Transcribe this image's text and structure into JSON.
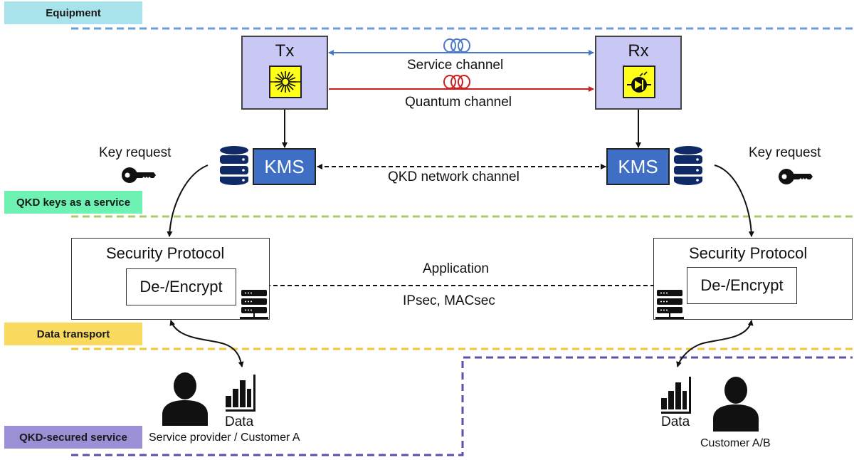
{
  "layers": [
    {
      "id": "equipment",
      "label": "Equipment",
      "color": "#a8e3ec",
      "line_color": "#6a9fd0"
    },
    {
      "id": "keys",
      "label": "QKD keys as a service",
      "color": "#6ef2b4",
      "line_color": "#a8cc6a"
    },
    {
      "id": "transport",
      "label": "Data transport",
      "color": "#f9d95e",
      "line_color": "#f0c830"
    },
    {
      "id": "service",
      "label": "QKD-secured service",
      "color": "#9b8fd6",
      "line_color": "#5d4fa8"
    }
  ],
  "equipment": {
    "tx": {
      "title": "Tx",
      "icon": "laser-icon"
    },
    "rx": {
      "title": "Rx",
      "icon": "photodiode-icon"
    },
    "service_channel": {
      "label": "Service channel",
      "color": "#4a78cc"
    },
    "quantum_channel": {
      "label": "Quantum channel",
      "color": "#cc1f1f"
    }
  },
  "kms": {
    "left_label": "KMS",
    "right_label": "KMS",
    "network_channel_label": "QKD network channel",
    "color": "#3f6fc4"
  },
  "key_request": {
    "left_label": "Key request",
    "right_label": "Key request"
  },
  "security": {
    "left": {
      "title": "Security Protocol",
      "inner": "De-/Encrypt"
    },
    "right": {
      "title": "Security Protocol",
      "inner": "De-/Encrypt"
    },
    "application_label": "Application",
    "protocols_label": "IPsec, MACsec"
  },
  "users": {
    "left": {
      "data_label": "Data",
      "caption": "Service provider / Customer A"
    },
    "right": {
      "data_label": "Data",
      "caption": "Customer A/B"
    }
  }
}
